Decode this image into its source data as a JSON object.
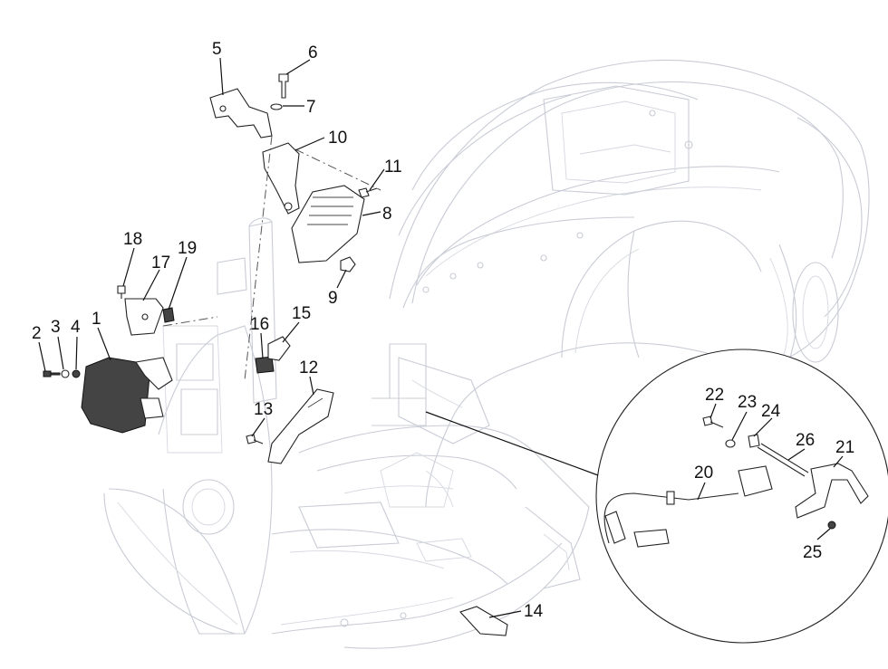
{
  "callouts": {
    "c1": "1",
    "c2": "2",
    "c3": "3",
    "c4": "4",
    "c5": "5",
    "c6": "6",
    "c7": "7",
    "c8": "8",
    "c9": "9",
    "c10": "10",
    "c11": "11",
    "c12": "12",
    "c13": "13",
    "c14": "14",
    "c15": "15",
    "c16": "16",
    "c17": "17",
    "c18": "18",
    "c19": "19",
    "c20": "20",
    "c21": "21",
    "c22": "22",
    "c23": "23",
    "c24": "24",
    "c25": "25",
    "c26": "26"
  },
  "colors": {
    "body_outline": "#c9ccd6",
    "part_outline": "#222222",
    "label": "#111111"
  }
}
